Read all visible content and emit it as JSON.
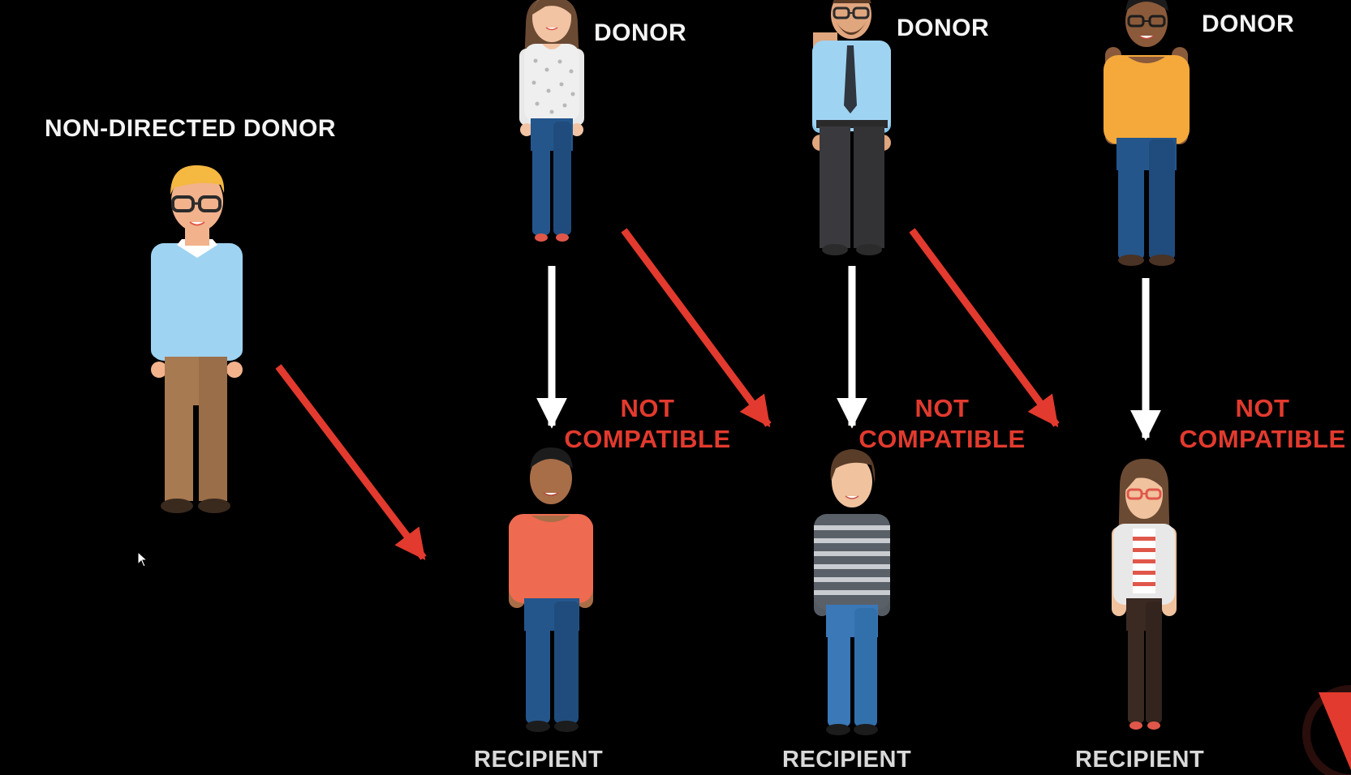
{
  "labels": {
    "non_directed_donor": "NON-DIRECTED DONOR",
    "donor_1": "DONOR",
    "donor_2": "DONOR",
    "donor_3": "DONOR",
    "recipient_1": "RECIPIENT",
    "recipient_2": "RECIPIENT",
    "recipient_3": "RECIPIENT"
  },
  "incompatibility": [
    {
      "line1": "NOT",
      "line2": "COMPATIBLE"
    },
    {
      "line1": "NOT",
      "line2": "COMPATIBLE"
    },
    {
      "line1": "NOT",
      "line2": "COMPATIBLE"
    }
  ],
  "colors": {
    "background": "#000000",
    "red_arrow": "#e23a2e",
    "white_arrow": "#ffffff",
    "label_text": "#f4f4f4"
  },
  "icons": [
    "person-icon",
    "arrow-icon",
    "cursor-icon",
    "logo-icon"
  ]
}
